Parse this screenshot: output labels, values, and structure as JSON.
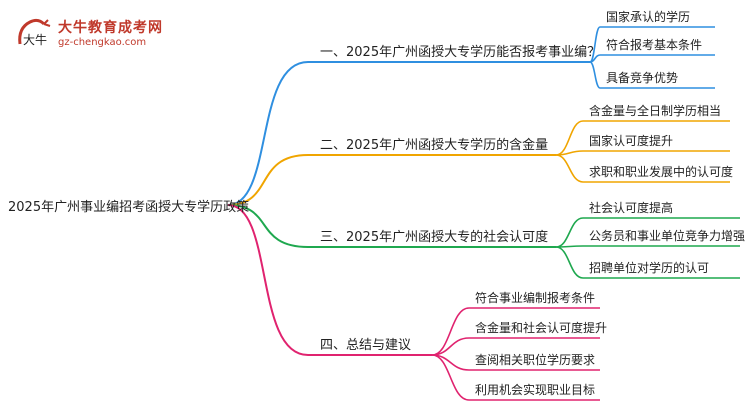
{
  "logo": {
    "name": "大牛教育成考网",
    "url": "gz-chengkao.com",
    "mark_text": "大牛",
    "color": "#c0392b"
  },
  "root": {
    "label": "2025年广州事业编招考函授大专学历政策"
  },
  "branches": [
    {
      "label": "一、2025年广州函授大专学历能否报考事业编？",
      "color": "#2f8fe0",
      "children": [
        "国家承认的学历",
        "符合报考基本条件",
        "具备竞争优势"
      ]
    },
    {
      "label": "二、2025年广州函授大专学历的含金量",
      "color": "#f0a500",
      "children": [
        "含金量与全日制学历相当",
        "国家认可度提升",
        "求职和职业发展中的认可度"
      ]
    },
    {
      "label": "三、2025年广州函授大专的社会认可度",
      "color": "#1fa84f",
      "children": [
        "社会认可度提高",
        "公务员和事业单位竞争力增强",
        "招聘单位对学历的认可"
      ]
    },
    {
      "label": "四、总结与建议",
      "color": "#e0236f",
      "children": [
        "符合事业编制报考条件",
        "含金量和社会认可度提升",
        "查阅相关职位学历要求",
        "利用机会实现职业目标"
      ]
    }
  ]
}
